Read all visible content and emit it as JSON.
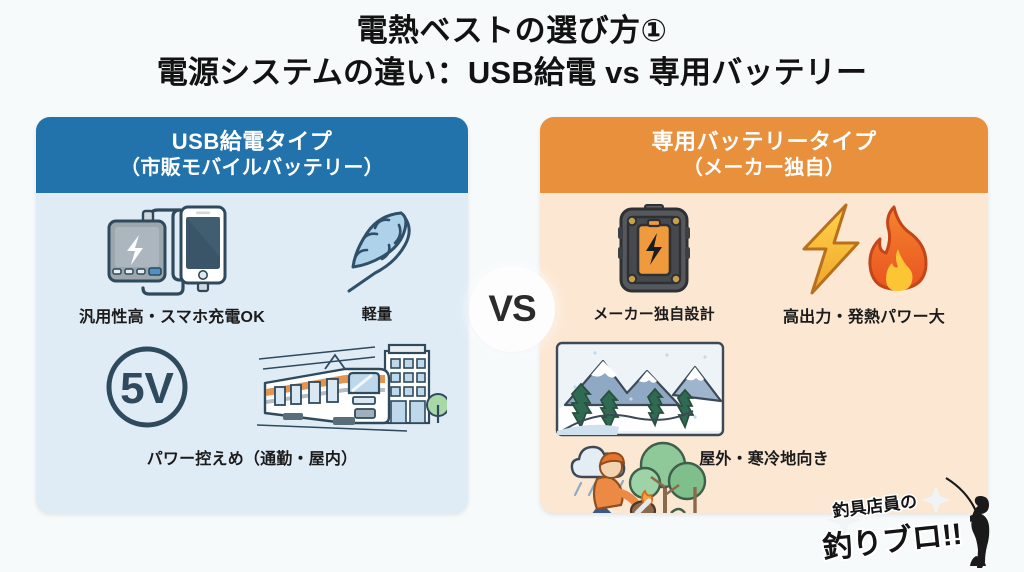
{
  "title": {
    "line1": "電熱ベストの選び方①",
    "line2": "電源システムの違い：USB給電 vs 専用バッテリー"
  },
  "center_badge": {
    "label": "VS"
  },
  "panels": {
    "left": {
      "header_main": "USB給電タイプ",
      "header_sub": "（市販モバイルバッテリー）",
      "header_color": "#2272ab",
      "body_color": "#dfecf6",
      "features": [
        {
          "icon": "powerbank-phone-charging-icon",
          "label": "汎用性高・スマホ充電OK"
        },
        {
          "icon": "feather-icon",
          "label": "軽量"
        },
        {
          "icon": "five-volt-badge-icon",
          "label": ""
        },
        {
          "icon": "commuter-train-building-icon",
          "label": ""
        }
      ],
      "row_b_label": "パワー控えめ（通勤・屋内）"
    },
    "right": {
      "header_main": "専用バッテリータイプ",
      "header_sub": "（メーカー独自）",
      "header_color": "#e8903c",
      "body_color": "#fce7d2",
      "features": [
        {
          "icon": "rugged-battery-pack-icon",
          "label": "メーカー独自設計"
        },
        {
          "icon": "lightning-flame-icon",
          "label": "高出力・発熱パワー大"
        },
        {
          "icon": "snowy-mountain-icon",
          "label": ""
        },
        {
          "icon": "campfire-outdoor-icon",
          "label": ""
        }
      ],
      "row_b_label": "屋外・寒冷地向き"
    }
  },
  "watermark": {
    "sub_text": "釣具店員の",
    "main_text": "釣りブロ!!",
    "icon": "fisherman-silhouette-icon"
  },
  "colors": {
    "background": "#f6fafb",
    "title_text": "#121212",
    "blue_accent": "#2272ab",
    "orange_accent": "#e8903c"
  }
}
